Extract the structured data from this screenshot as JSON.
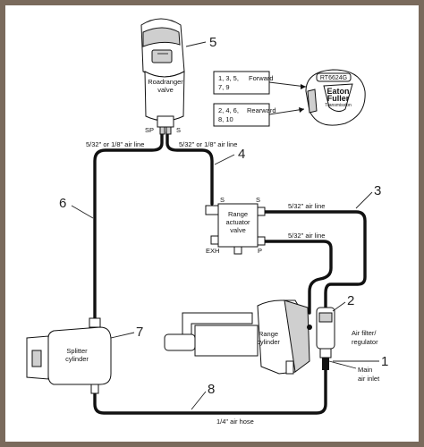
{
  "shift_knob": {
    "label_line1": "Roadranger",
    "label_line2": "valve",
    "port_sp": "SP",
    "port_s": "S"
  },
  "callouts": {
    "n1": "1",
    "n2": "2",
    "n3": "3",
    "n4": "4",
    "n5": "5",
    "n6": "6",
    "n7": "7",
    "n8": "8"
  },
  "hose_labels": {
    "left_line": "5/32\" or 1/8\" air line",
    "right_line": "5/32\" or 1/8\" air line",
    "upper_line": "5/32\" air line",
    "lower_line": "5/32\" air line",
    "air_hose": "1/4\" air hose"
  },
  "shift_patterns": {
    "forward_gears_1": "1, 3, 5,",
    "forward_gears_2": "7, 9",
    "forward_label": "Forward",
    "rearward_gears_1": "2, 4, 6,",
    "rearward_gears_2": "8, 10",
    "rearward_label": "Rearward"
  },
  "logo": {
    "model_code": "RT6624G",
    "brand_line1": "Eaton",
    "brand_line2": "Fuller",
    "brand_line3": "Transmission"
  },
  "range_valve": {
    "label_line1": "Range",
    "label_line2": "actuator",
    "label_line3": "valve",
    "port_s_left": "S",
    "port_s_right": "S",
    "port_exh": "EXH",
    "port_p": "P"
  },
  "components": {
    "range_cylinder_line1": "Range",
    "range_cylinder_line2": "cylinder",
    "splitter_line1": "Splitter",
    "splitter_line2": "cylinder",
    "filter_line1": "Air filter/",
    "filter_line2": "regulator",
    "inlet_line1": "Main",
    "inlet_line2": "air inlet"
  }
}
